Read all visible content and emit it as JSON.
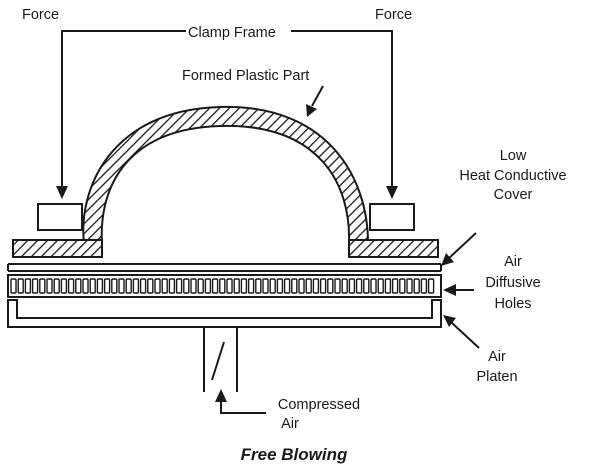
{
  "labels": {
    "force_left": "Force",
    "force_right": "Force",
    "clamp_frame": "Clamp Frame",
    "formed_part": "Formed Plastic Part",
    "cover_line1": "Low",
    "cover_line2": "Heat Conductive",
    "cover_line3": "Cover",
    "air_holes_line1": "Air",
    "air_holes_line2": "Diffusive",
    "air_holes_line3": "Holes",
    "platen_line1": "Air",
    "platen_line2": "Platen",
    "compressed_line1": "Compressed",
    "compressed_line2": "Air"
  },
  "caption": "Free Blowing",
  "colors": {
    "ink": "#1a1a1a",
    "background": "#ffffff"
  }
}
